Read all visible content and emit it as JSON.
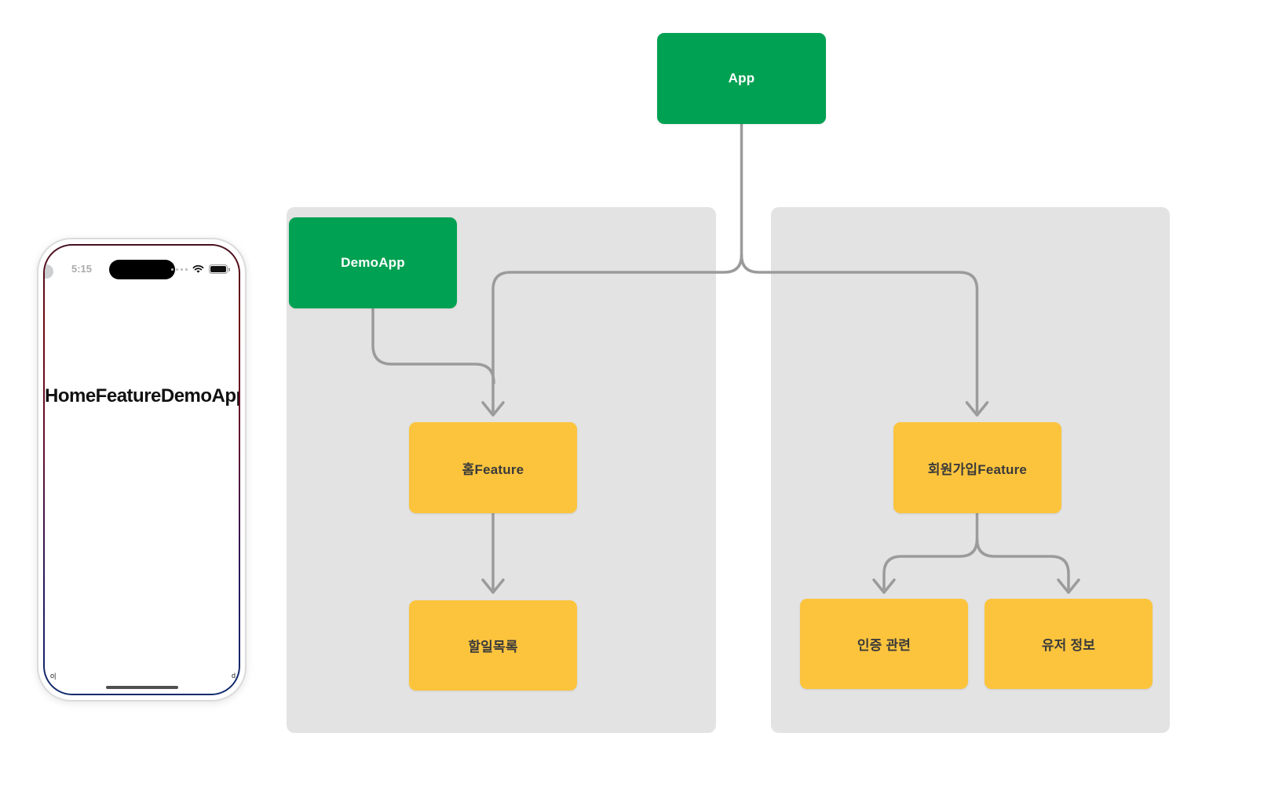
{
  "diagram": {
    "nodes": {
      "app": {
        "label": "App"
      },
      "demoapp": {
        "label": "DemoApp"
      },
      "home_feature": {
        "label": "홈Feature"
      },
      "todo_list": {
        "label": "할일목록"
      },
      "signup_feature": {
        "label": "회원가입Feature"
      },
      "auth": {
        "label": "인증 관련"
      },
      "user_info": {
        "label": "유저 정보"
      }
    },
    "colors": {
      "node_green": "#00a152",
      "node_yellow": "#fcc43d",
      "panel_gray": "#e3e3e3",
      "edge_gray": "#9b9b9b"
    }
  },
  "phone": {
    "status_time": "5:15",
    "title": "HomeFeatureDemoApp",
    "corner_text_left": "o|",
    "corner_text_right": "d"
  }
}
